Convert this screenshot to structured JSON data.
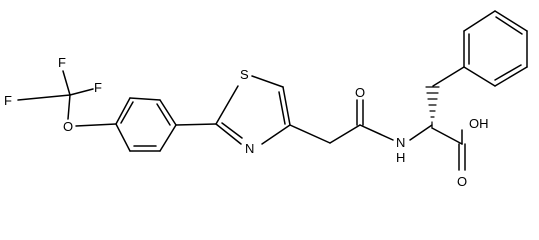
{
  "structure": {
    "atoms": {
      "f1": "F",
      "f2": "F",
      "f3": "F",
      "o_ether": "O",
      "s_ring": "S",
      "n_ring": "N",
      "o_amide": "O",
      "nh_amide": "N",
      "h_amide": "H",
      "oh_acid": "OH",
      "o_acid": "O"
    },
    "bond_color": "#000000"
  }
}
